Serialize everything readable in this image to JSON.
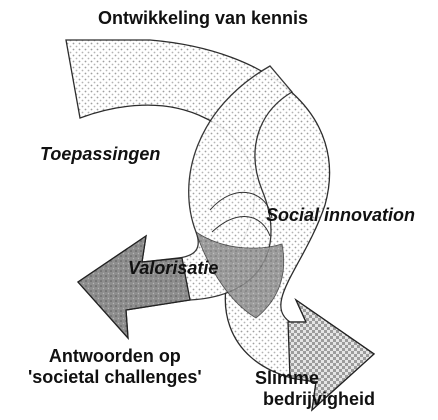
{
  "labels": {
    "top": "Ontwikkeling van kennis",
    "toepassingen": "Toepassingen",
    "social": "Social innovation",
    "valorisatie": "Valorisatie",
    "antwoorden_line1": "Antwoorden op",
    "antwoorden_line2": "'societal challenges'",
    "slimme_line1": "Slimme",
    "slimme_line2": "bedrijvigheid"
  },
  "colors": {
    "outline": "#222222",
    "light_pattern": "#bdbdbd",
    "dark_fill": "#8a8a8a"
  }
}
